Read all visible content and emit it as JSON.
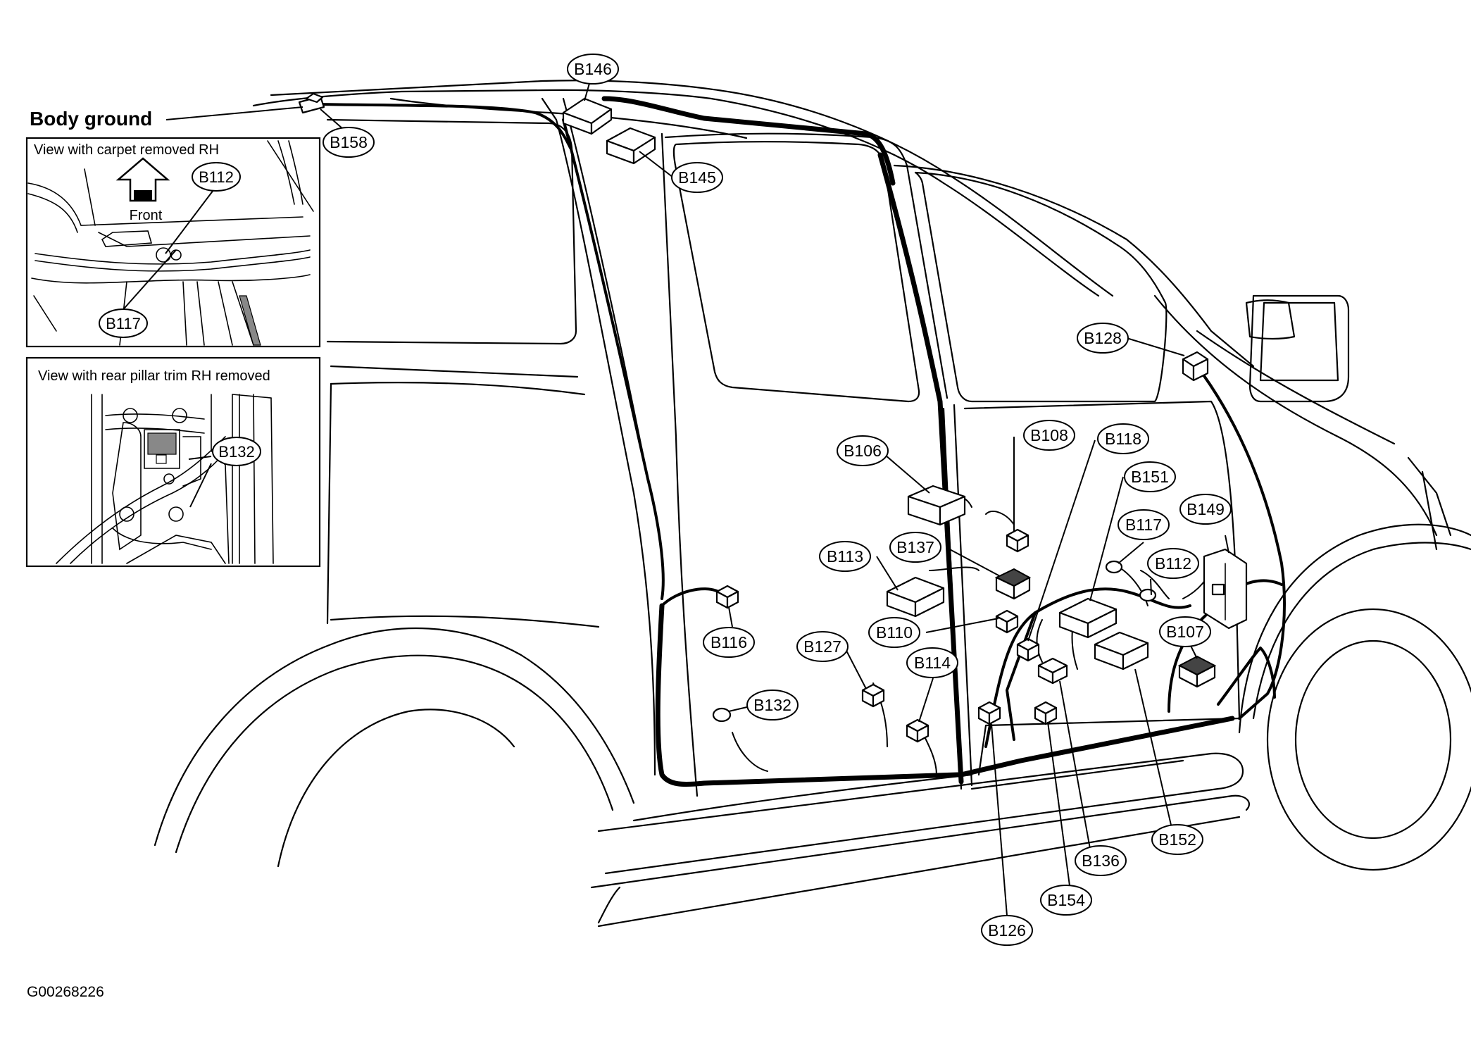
{
  "body_ground_label": "Body ground",
  "figure_id": "G00268226",
  "insets": {
    "carpet": {
      "caption": "View with carpet removed RH",
      "front_label": "Front",
      "callouts": {
        "b112": "B112",
        "b117": "B117"
      }
    },
    "pillar": {
      "caption": "View with rear pillar trim RH removed",
      "callouts": {
        "b132": "B132"
      }
    }
  },
  "callouts": {
    "b146": "B146",
    "b158": "B158",
    "b145": "B145",
    "b128": "B128",
    "b106": "B106",
    "b108": "B108",
    "b118": "B118",
    "b151": "B151",
    "b117": "B117",
    "b149": "B149",
    "b113": "B113",
    "b137": "B137",
    "b112": "B112",
    "b110": "B110",
    "b107": "B107",
    "b116": "B116",
    "b127": "B127",
    "b114": "B114",
    "b132": "B132",
    "b152": "B152",
    "b136": "B136",
    "b154": "B154",
    "b126": "B126"
  },
  "icons": [
    "front-arrow-icon",
    "connector-icon",
    "ground-terminal-icon"
  ]
}
